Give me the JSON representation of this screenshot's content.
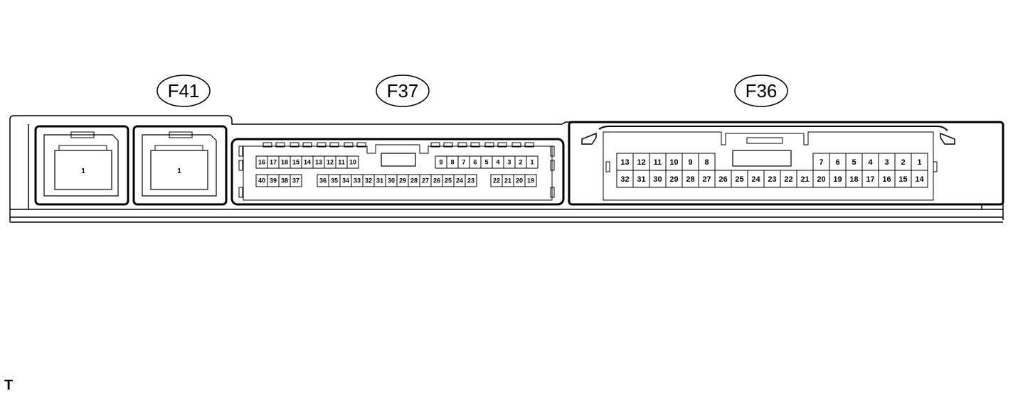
{
  "connectors": {
    "f41": {
      "label": "F41",
      "cell_left": "1",
      "cell_right": "1"
    },
    "f37": {
      "label": "F37",
      "top_left_pins": [
        "16",
        "17",
        "18",
        "15",
        "14",
        "13",
        "12",
        "11",
        "10"
      ],
      "top_right_pins": [
        "9",
        "8",
        "7",
        "6",
        "5",
        "4",
        "3",
        "2",
        "1"
      ],
      "bottom_left_pins": [
        "40",
        "39",
        "38",
        "37"
      ],
      "bottom_mid_pins": [
        "36",
        "35",
        "34",
        "33",
        "32",
        "31",
        "30",
        "29",
        "28",
        "27",
        "26",
        "25",
        "24",
        "23"
      ],
      "bottom_right_pins": [
        "22",
        "21",
        "20",
        "19"
      ]
    },
    "f36": {
      "label": "F36",
      "top_left_pins": [
        "13",
        "12",
        "11",
        "10",
        "9",
        "8"
      ],
      "top_right_pins": [
        "7",
        "6",
        "5",
        "4",
        "3",
        "2",
        "1"
      ],
      "bottom_pins": [
        "32",
        "31",
        "30",
        "29",
        "28",
        "27",
        "26",
        "25",
        "24",
        "23",
        "22",
        "21",
        "20",
        "19",
        "18",
        "17",
        "16",
        "15",
        "14"
      ]
    }
  },
  "corner_mark": "T"
}
